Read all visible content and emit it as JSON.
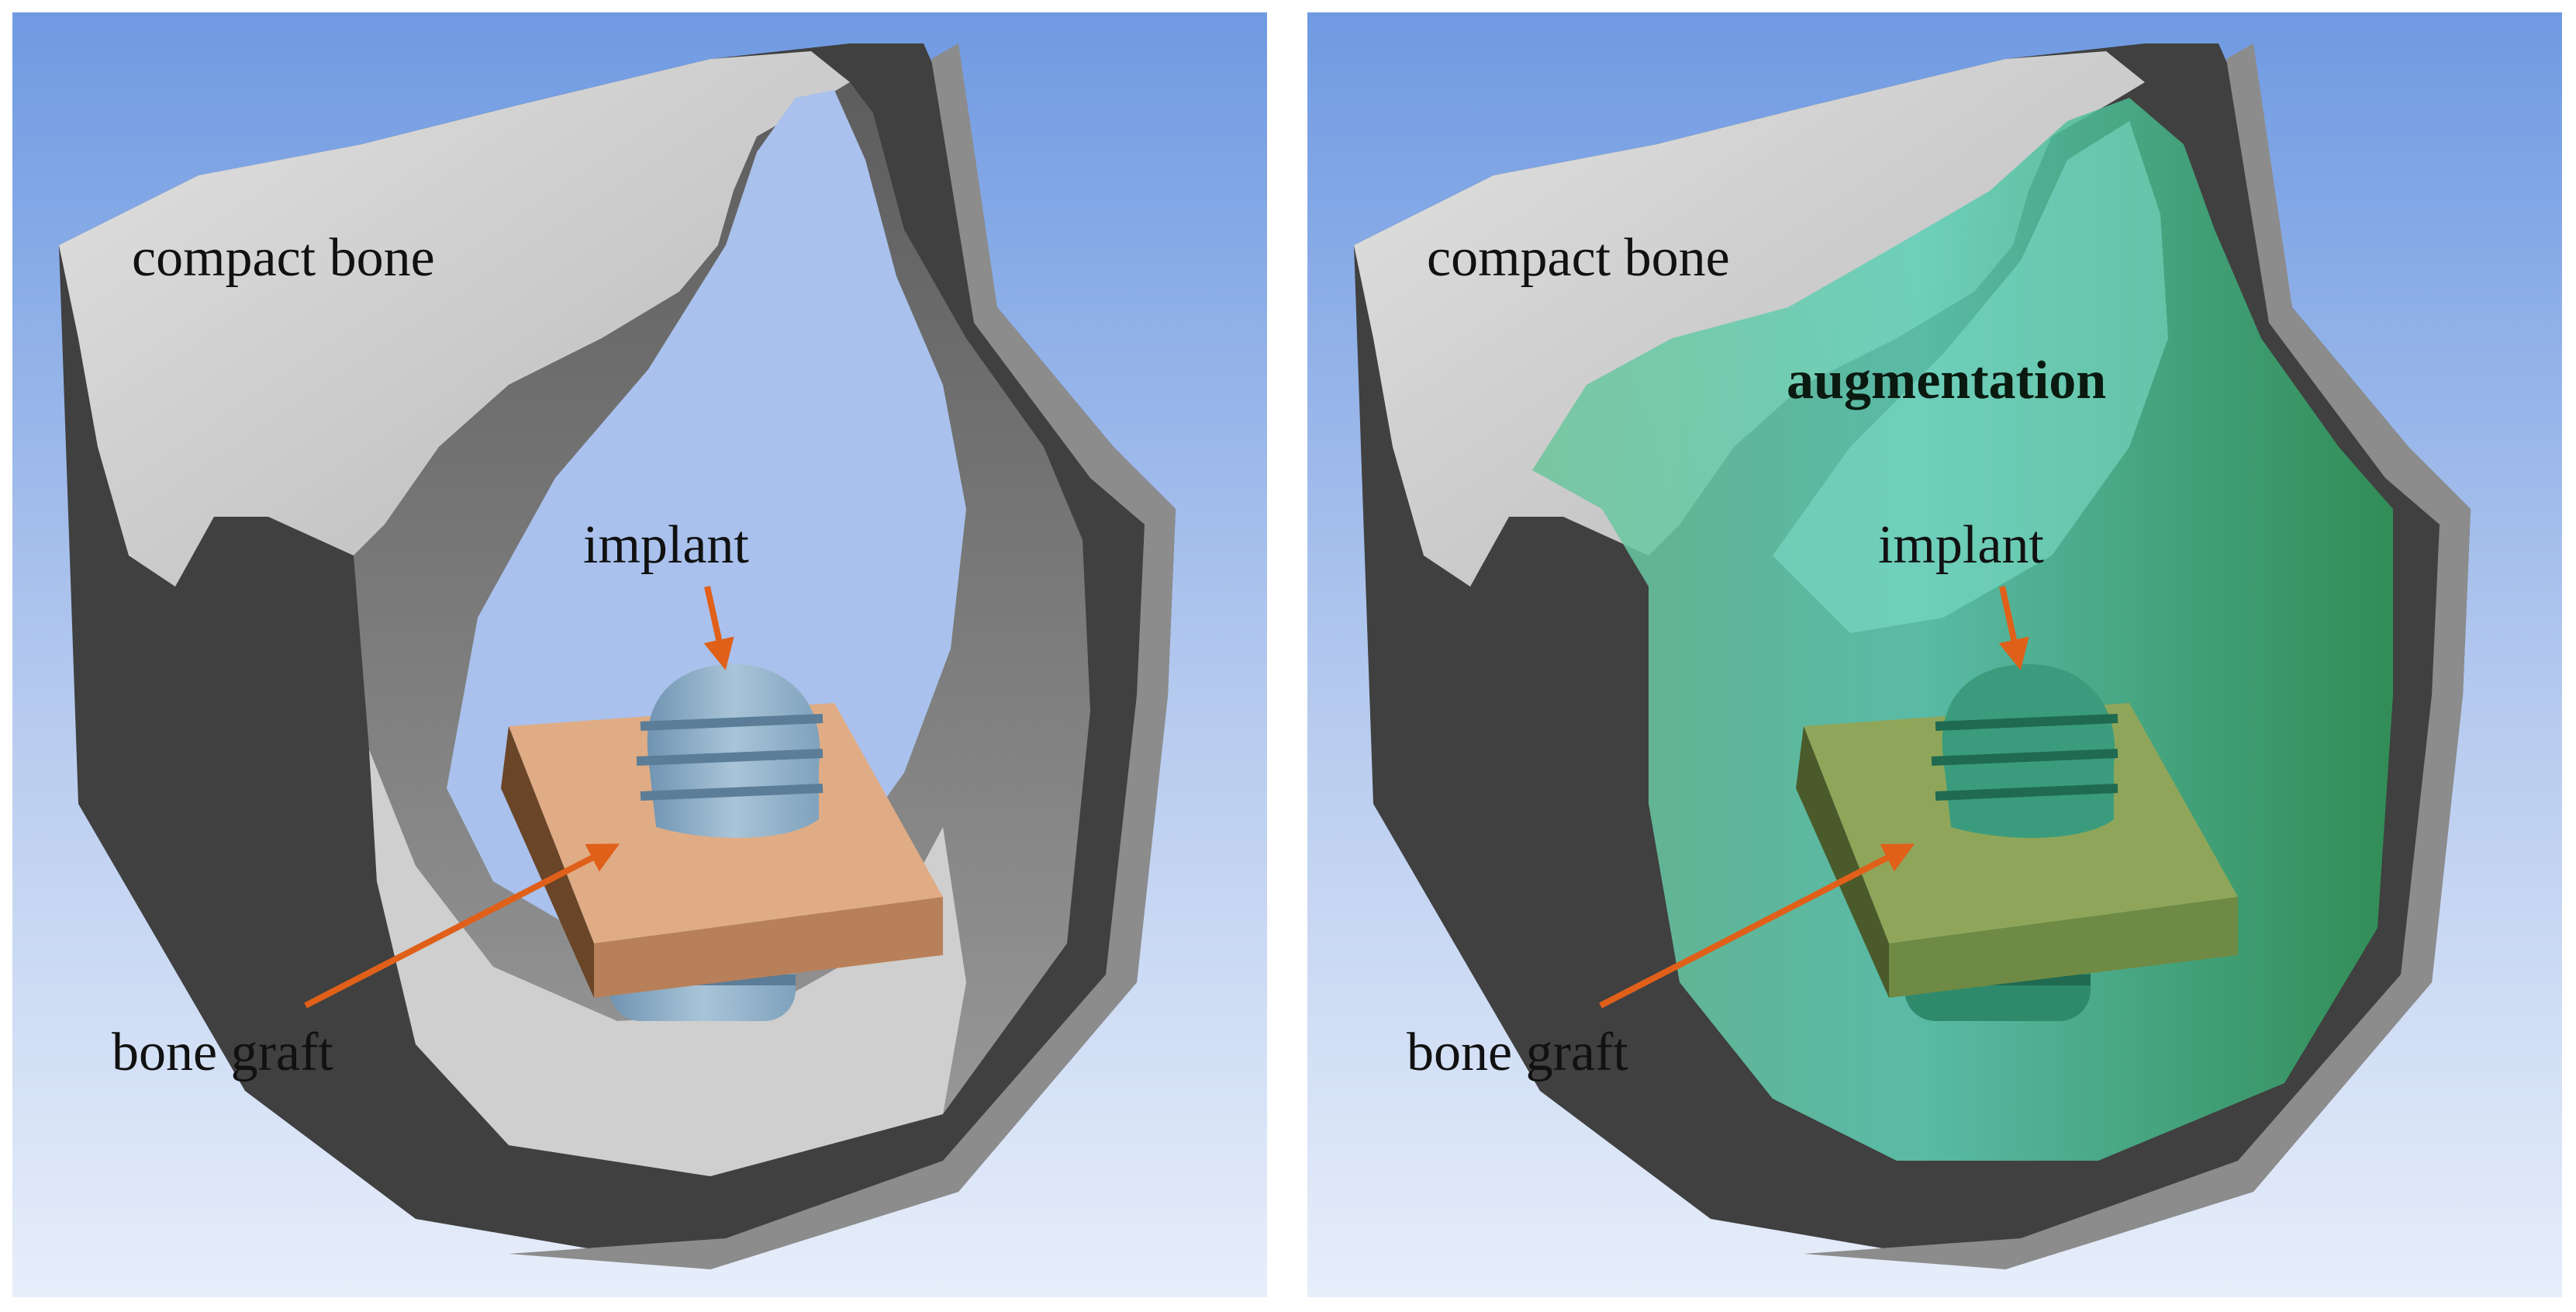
{
  "figure": {
    "panels": [
      {
        "id": "without-augmentation",
        "labels": {
          "compact_bone": "compact bone",
          "implant": "implant",
          "bone_graft": "bone graft"
        }
      },
      {
        "id": "with-augmentation",
        "labels": {
          "compact_bone": "compact bone",
          "augmentation": "augmentation",
          "implant": "implant",
          "bone_graft": "bone graft"
        }
      }
    ]
  },
  "colors": {
    "background_top": "#6f9ae2",
    "background_bottom": "#e7eefa",
    "bone_surface": "#cfcfcf",
    "bone_cut": "#404040",
    "bone_rim": "#8c8c8c",
    "implant": "#8fb0c8",
    "bone_graft": "#d9a27c",
    "augmentation": "#3fae72",
    "arrow": "#e0601a"
  }
}
